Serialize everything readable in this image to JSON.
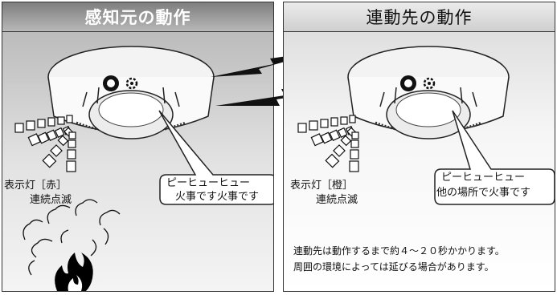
{
  "left_panel": {
    "title": "感知元の動作",
    "indicator_label": "表示灯［赤］",
    "indicator_state": "連続点滅",
    "speech_line1": "ピーヒューヒュー",
    "speech_line2": "火事です火事です"
  },
  "right_panel": {
    "title": "連動先の動作",
    "indicator_label": "表示灯［橙］",
    "indicator_state": "連続点滅",
    "speech_line1": "ピーヒューヒュー",
    "speech_line2": "他の場所で火事です",
    "note_line1": "連動先は動作するまで約４～２０秒かかります。",
    "note_line2": "周囲の環境によっては延びる場合があります。"
  },
  "colors": {
    "left_header": "#9a9a9a",
    "right_header": "#dcdcdc",
    "fire": "#000000"
  },
  "icons": [
    "smoke-detector-icon",
    "lightning-bolt-icon",
    "fire-icon",
    "smoke-icon",
    "speech-bubble-icon"
  ]
}
